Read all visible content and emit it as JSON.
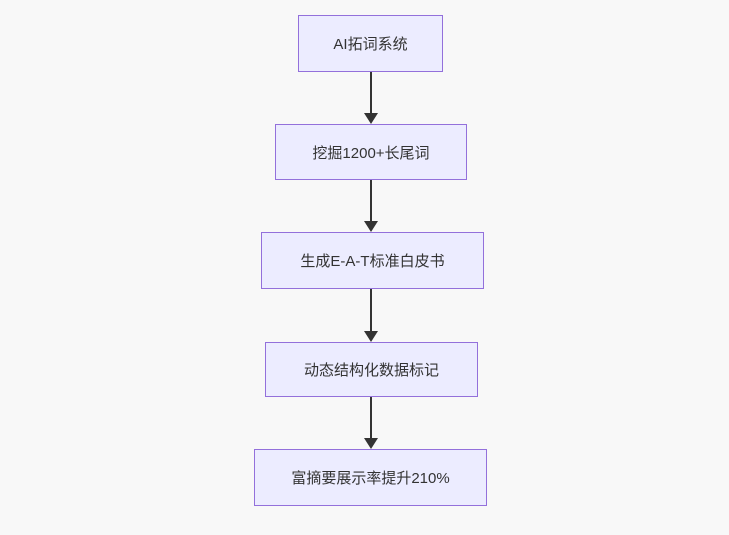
{
  "diagram": {
    "type": "flowchart",
    "direction": "top-down",
    "nodes": [
      {
        "id": "n1",
        "label": "AI拓词系统"
      },
      {
        "id": "n2",
        "label": "挖掘1200+长尾词"
      },
      {
        "id": "n3",
        "label": "生成E-A-T标准白皮书"
      },
      {
        "id": "n4",
        "label": "动态结构化数据标记"
      },
      {
        "id": "n5",
        "label": "富摘要展示率提升210%"
      }
    ],
    "edges": [
      {
        "from": "n1",
        "to": "n2",
        "arrow": "down"
      },
      {
        "from": "n2",
        "to": "n3",
        "arrow": "down"
      },
      {
        "from": "n3",
        "to": "n4",
        "arrow": "down"
      },
      {
        "from": "n4",
        "to": "n5",
        "arrow": "down"
      }
    ],
    "colors": {
      "background": "#f8f8f8",
      "node_fill": "#ECECFF",
      "node_border": "#9370DB",
      "edge": "#333333",
      "text": "#333333"
    }
  }
}
